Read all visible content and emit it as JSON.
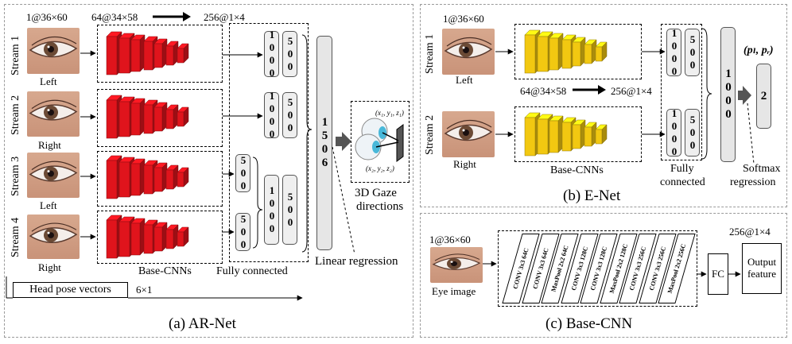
{
  "arnet": {
    "input_size": "1@36×60",
    "cnn_in": "64@34×58",
    "cnn_out": "256@1×4",
    "streams": [
      {
        "label": "Stream 1",
        "eye": "Left"
      },
      {
        "label": "Stream 2",
        "eye": "Right"
      },
      {
        "label": "Stream 3",
        "eye": "Left"
      },
      {
        "label": "Stream 4",
        "eye": "Right"
      }
    ],
    "fc_1000": "1000",
    "fc_500": "500",
    "concat": "1506",
    "base_cnns": "Base-CNNs",
    "fully_connected": "Fully connected",
    "linear_regression": "Linear regression",
    "head_pose": "Head pose vectors",
    "head_pose_dim": "6×1",
    "gaze_line1": "3D Gaze",
    "gaze_line2": "directions",
    "gaze_coord1": "(x₁, y₁, z₁)",
    "gaze_coord2": "(x₂, y₂, z₂)",
    "caption": "(a) AR-Net",
    "colors": {
      "block": "#e0141c"
    }
  },
  "enet": {
    "input_size": "1@36×60",
    "cnn_in": "64@34×58",
    "cnn_out": "256@1×4",
    "streams": [
      {
        "label": "Stream 1",
        "eye": "Left"
      },
      {
        "label": "Stream 2",
        "eye": "Right"
      }
    ],
    "fc_1000": "1000",
    "fc_500": "500",
    "concat": "1000",
    "output": "2",
    "prob": "(pₗ, pᵣ)",
    "base_cnns": "Base-CNNs",
    "fully_line1": "Fully",
    "fully_line2": "connected",
    "softmax_line1": "Softmax",
    "softmax_line2": "regression",
    "caption": "(b) E-Net",
    "colors": {
      "block": "#f2c811"
    }
  },
  "basecnn": {
    "input_size": "1@36×60",
    "eye_label": "Eye image",
    "layers": [
      "CONV 3x3 64C",
      "CONV 3x3 64C",
      "MaxPool 2x2 64C",
      "CONV 3x3 128C",
      "CONV 3x3 128C",
      "MaxPool 2x2 128C",
      "CONV 3x3 256C",
      "CONV 3x3 256C",
      "MaxPool 2x2 256C"
    ],
    "fc": "FC",
    "output_line1": "Output",
    "output_line2": "feature",
    "output_size": "256@1×4",
    "caption": "(c) Base-CNN"
  }
}
